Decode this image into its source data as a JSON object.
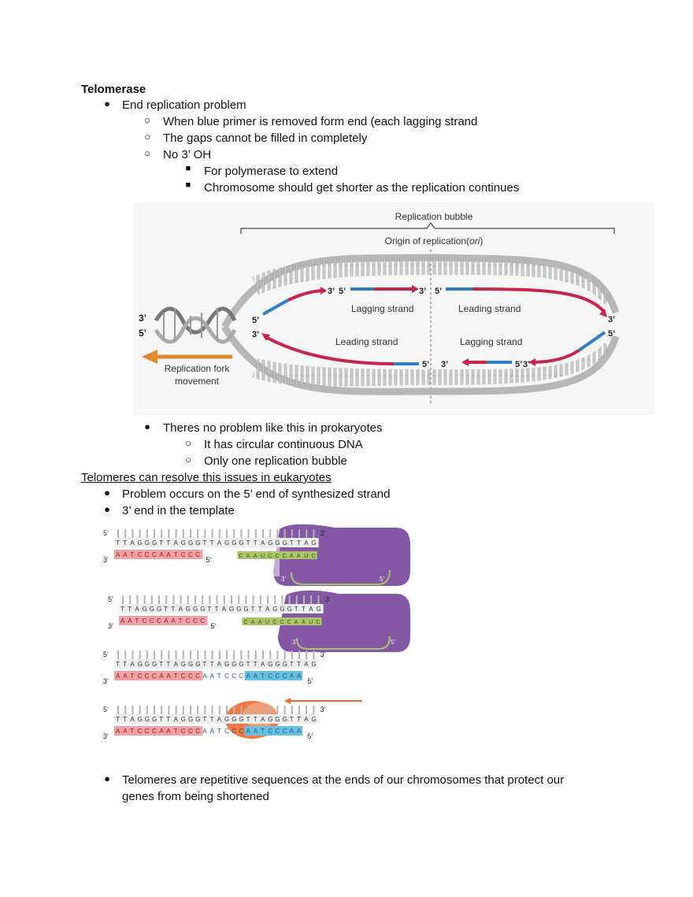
{
  "heading": "Telomerase",
  "bullets": {
    "end_problem": "End replication problem",
    "primer_removed": "When blue primer is removed form end (each lagging strand",
    "gaps": "The gaps cannot be filled in completely",
    "no_oh": "No 3’ OH",
    "for_polymerase": "For polymerase to extend",
    "shorter": "Chromosome should get shorter as the replication continues",
    "prokaryotes": "Theres no problem like this in prokaryotes",
    "circular": "It has circular continuous DNA",
    "one_bubble": "Only one replication bubble"
  },
  "subheading": "Telomeres can resolve this issues in eukaryotes",
  "bullets2": {
    "five_prime": "Problem occurs on the 5’ end of synthesized strand",
    "three_prime": "3’ end in the template",
    "telomeres_a": "Telomeres are repetitive sequences at the ends of our chromosomes that protect our",
    "telomeres_b": "genes from being shortened"
  },
  "figure1": {
    "bubble_label": "Replication bubble",
    "origin_label": "Origin of replication(",
    "origin_ital": "ori",
    "origin_close": ")",
    "lagging_top": "Lagging strand",
    "leading_top": "Leading strand",
    "leading_bottom": "Leading strand",
    "lagging_bottom": "Lagging strand",
    "fork_1": "Replication fork",
    "fork_2": "movement",
    "p3": "3’",
    "p5": "5’",
    "colors": {
      "red": "#c8254a",
      "blue": "#2e7fc4",
      "gray": "#9a9a9a",
      "orange": "#e08a2a"
    }
  },
  "figure2": {
    "top_strand": "TTAGGGTTAGGGTTAGGGTTAGGGTTAG",
    "bottom_strand": "AATCCCAATCCC",
    "rna_template": "CAAUCCCAAUC",
    "bottom_extended": "AATCCCAATCCCAATCCCAATCCCAA",
    "primer_seq": "AATCCCAA",
    "p3": "3’",
    "p5": "5’",
    "colors": {
      "purple": "#7b4a9e",
      "green": "#a9c46b",
      "pink": "#f2a0a6",
      "cyan": "#67c0e0",
      "orange": "#ef6a2c"
    }
  }
}
